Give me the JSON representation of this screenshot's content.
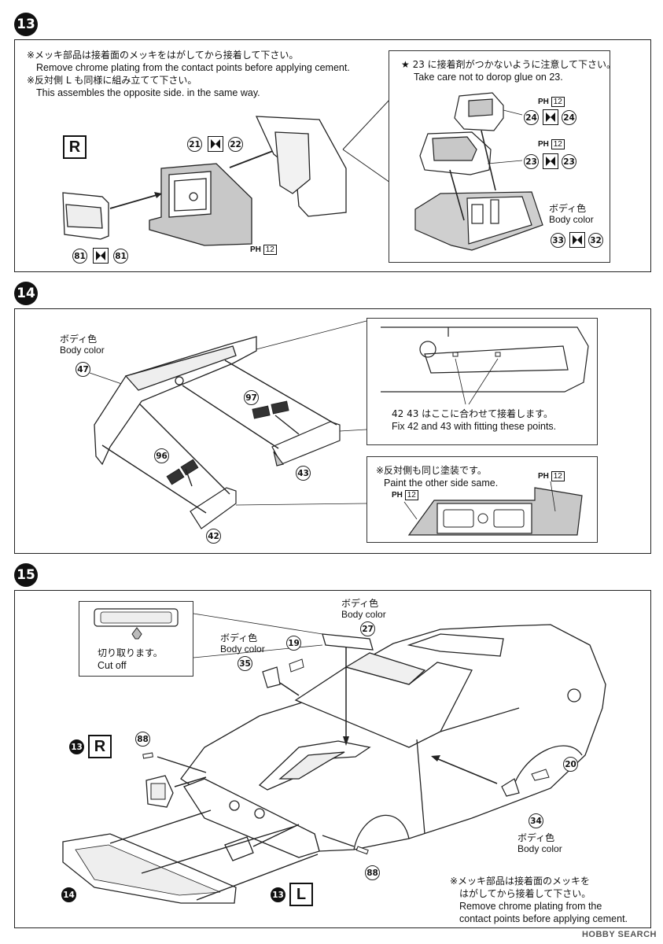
{
  "steps": {
    "s13": {
      "number": "13",
      "note_chrome_jp": "※メッキ部品は接着面のメッキをはがしてから接着して下さい。",
      "note_chrome_en": "Remove chrome plating from the contact points before applying cement.",
      "note_opposite_jp": "※反対側 L も同様に組み立てて下さい。",
      "note_opposite_en": "This assembles the opposite side. in the same way.",
      "side_letter": "R",
      "inset_note_jp": "★ 23 に接着剤がつかないように注意して下さい。",
      "inset_note_en": "Take care not to dorop glue on 23.",
      "parts": {
        "p21": "21",
        "p22": "22",
        "p81a": "81",
        "p81b": "81",
        "p24a": "24",
        "p24b": "24",
        "p23a": "23",
        "p23b": "23",
        "p33": "33",
        "p32": "32"
      },
      "paint_ph": "PH",
      "paint_num": "12",
      "body_color_jp": "ボディ色",
      "body_color_en": "Body color"
    },
    "s14": {
      "number": "14",
      "body_color_jp": "ボディ色",
      "body_color_en": "Body color",
      "parts": {
        "p47": "47",
        "p97": "97",
        "p96": "96",
        "p43": "43",
        "p42": "42"
      },
      "inset1_jp": "42 43 はここに合わせて接着します。",
      "inset1_en": "Fix 42 and 43 with fitting these points.",
      "inset2_jp": "※反対側も同じ塗装です。",
      "inset2_en": "Paint the other side same.",
      "paint_ph": "PH",
      "paint_num": "12"
    },
    "s15": {
      "number": "15",
      "cutoff_jp": "切り取ります。",
      "cutoff_en": "Cut off",
      "body_color_jp": "ボディ色",
      "body_color_en": "Body color",
      "parts": {
        "p27": "27",
        "p19": "19",
        "p35": "35",
        "p88a": "88",
        "p88b": "88",
        "p20": "20",
        "p34": "34"
      },
      "ref13R_num": "13",
      "ref13R_letter": "R",
      "ref13L_num": "13",
      "ref13L_letter": "L",
      "ref14_num": "14",
      "note_chrome_jp_1": "※メッキ部品は接着面のメッキを",
      "note_chrome_jp_2": "はがしてから接着して下さい。",
      "note_chrome_en_1": "Remove chrome plating from the",
      "note_chrome_en_2": "contact points before applying cement."
    }
  },
  "watermark": "HOBBY SEARCH",
  "colors": {
    "gray_fill": "#c8c8c8",
    "line": "#222222"
  }
}
